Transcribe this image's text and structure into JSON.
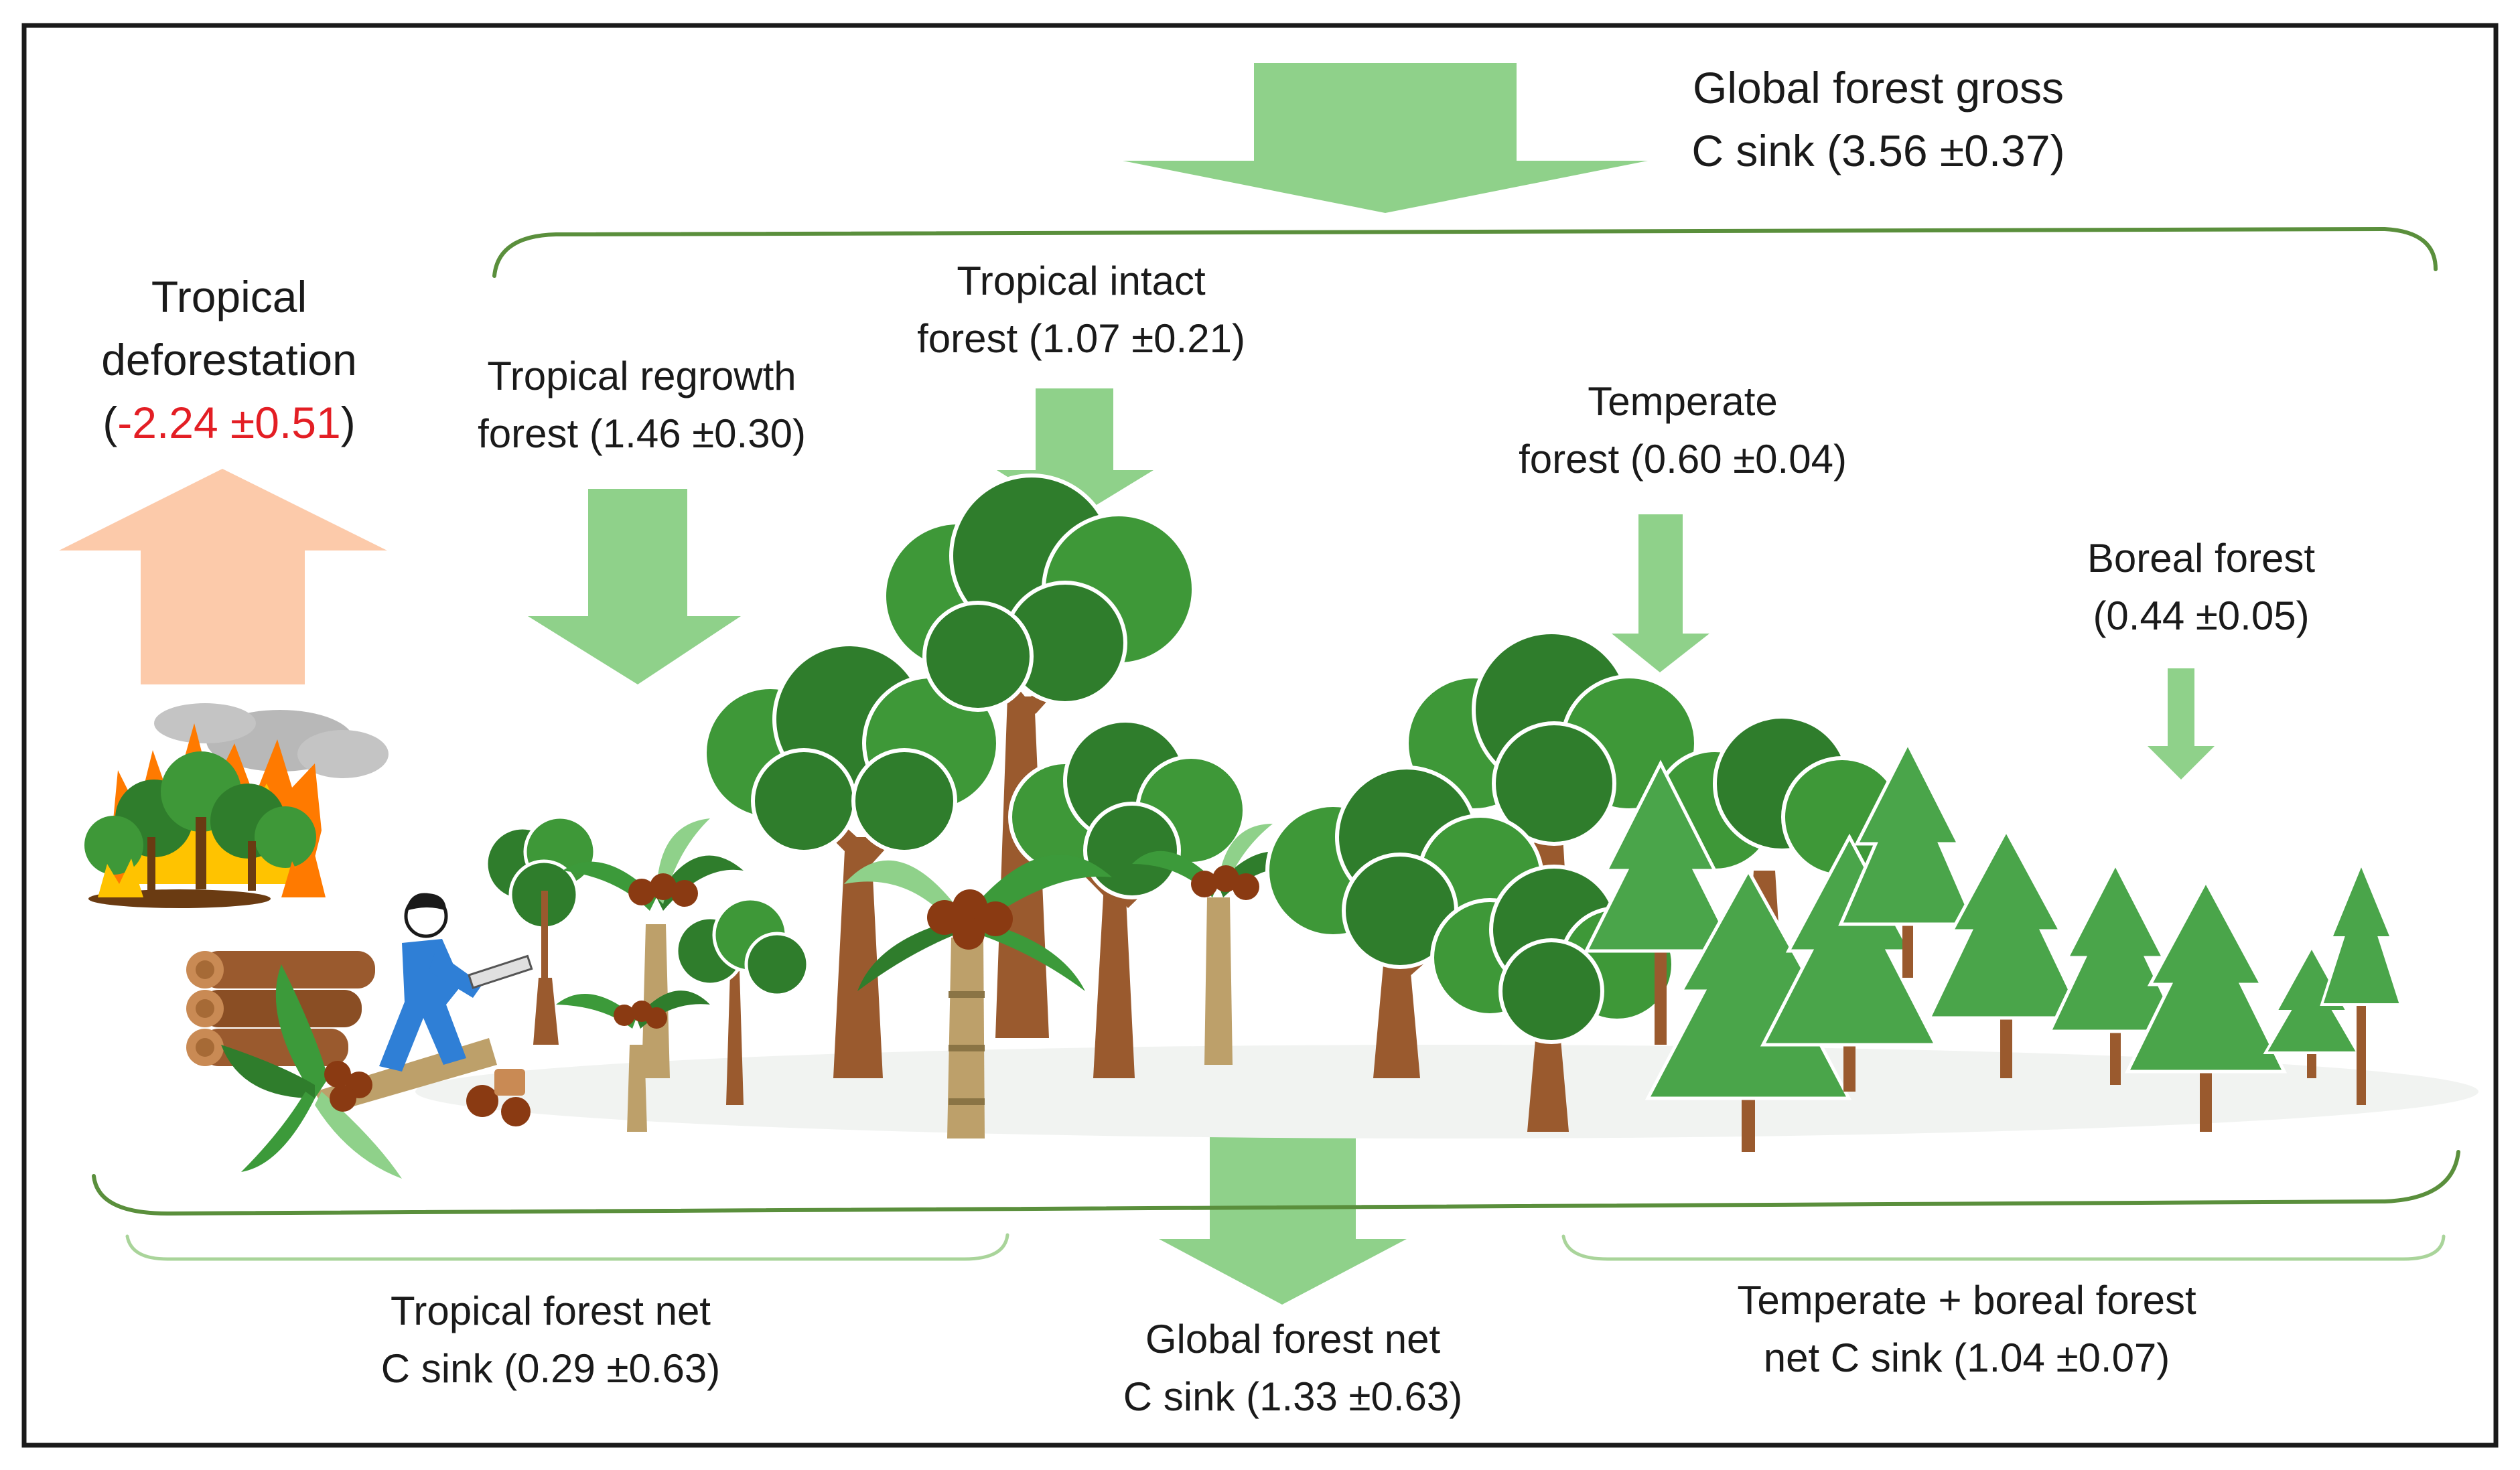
{
  "labels": {
    "global_gross_line1": "Global forest gross",
    "global_gross_line2": "C sink (3.56 ±0.37)",
    "deforestation_line1": "Tropical",
    "deforestation_line2": "deforestation",
    "deforestation_paren_open": "(",
    "deforestation_value": "-2.24 ±0.51",
    "deforestation_paren_close": ")",
    "regrowth_line1": "Tropical regrowth",
    "regrowth_line2": "forest (1.46 ±0.30)",
    "intact_line1": "Tropical intact",
    "intact_line2": "forest (1.07 ±0.21)",
    "temperate_line1": "Temperate",
    "temperate_line2": "forest (0.60 ±0.04)",
    "boreal_line1": "Boreal forest",
    "boreal_line2": "(0.44 ±0.05)",
    "tropical_net_line1": "Tropical forest net",
    "tropical_net_line2": "C sink (0.29 ±0.63)",
    "global_net_line1": "Global forest net",
    "global_net_line2": "C sink (1.33 ±0.63)",
    "tempboreal_net_line1": "Temperate + boreal forest",
    "tempboreal_net_line2": "net C sink (1.04 ±0.07)"
  },
  "colors": {
    "sink_arrow": "#8fd18a",
    "source_arrow": "#fccaaa",
    "bracket": "#5a8f3c",
    "bracket_light": "#a9d49a",
    "highlight_red": "#e31e24",
    "frame": "#1a1a1a",
    "broadleaf_dark": "#2f7d2c",
    "broadleaf_mid": "#3e9838",
    "conifer": "#4aa54a",
    "trunk": "#9a5a2e",
    "palm_frond": "#3c9a3a",
    "coconut": "#8a3a12",
    "fire": "#ff7a00",
    "smoke": "#b8b8b8",
    "worker": "#2f7fd6"
  }
}
